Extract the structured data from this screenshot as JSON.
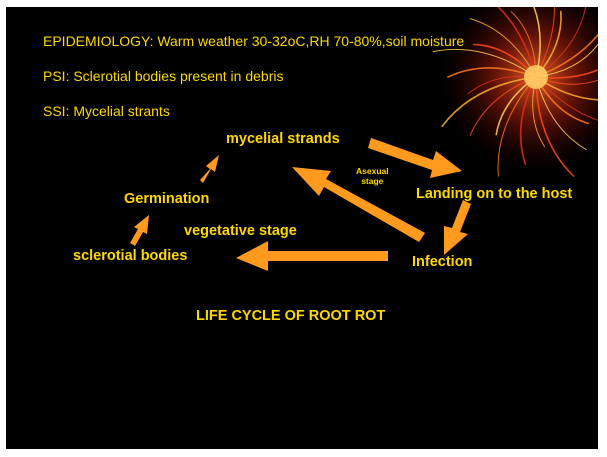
{
  "slide": {
    "bullets": [
      "EPIDEMIOLOGY: Warm weather 30-32oC,RH 70-80%,soil moisture",
      "PSI: Sclerotial bodies present in debris",
      "SSI: Mycelial strants"
    ],
    "cycle": {
      "mycelial_strands": "mycelial strands",
      "asexual_line1": "Asexual",
      "asexual_line2": "stage",
      "landing": "Landing on to the host",
      "germination": "Germination",
      "vegetative": "vegetative stage",
      "sclerotial": "sclerotial bodies",
      "infection": "Infection"
    },
    "title": "LIFE CYCLE OF ROOT ROT"
  },
  "colors": {
    "background": "#000000",
    "text": "#ffd700",
    "arrow": "#ff9a1f"
  },
  "icons": [
    "firework-decoration",
    "arrow-icon"
  ]
}
